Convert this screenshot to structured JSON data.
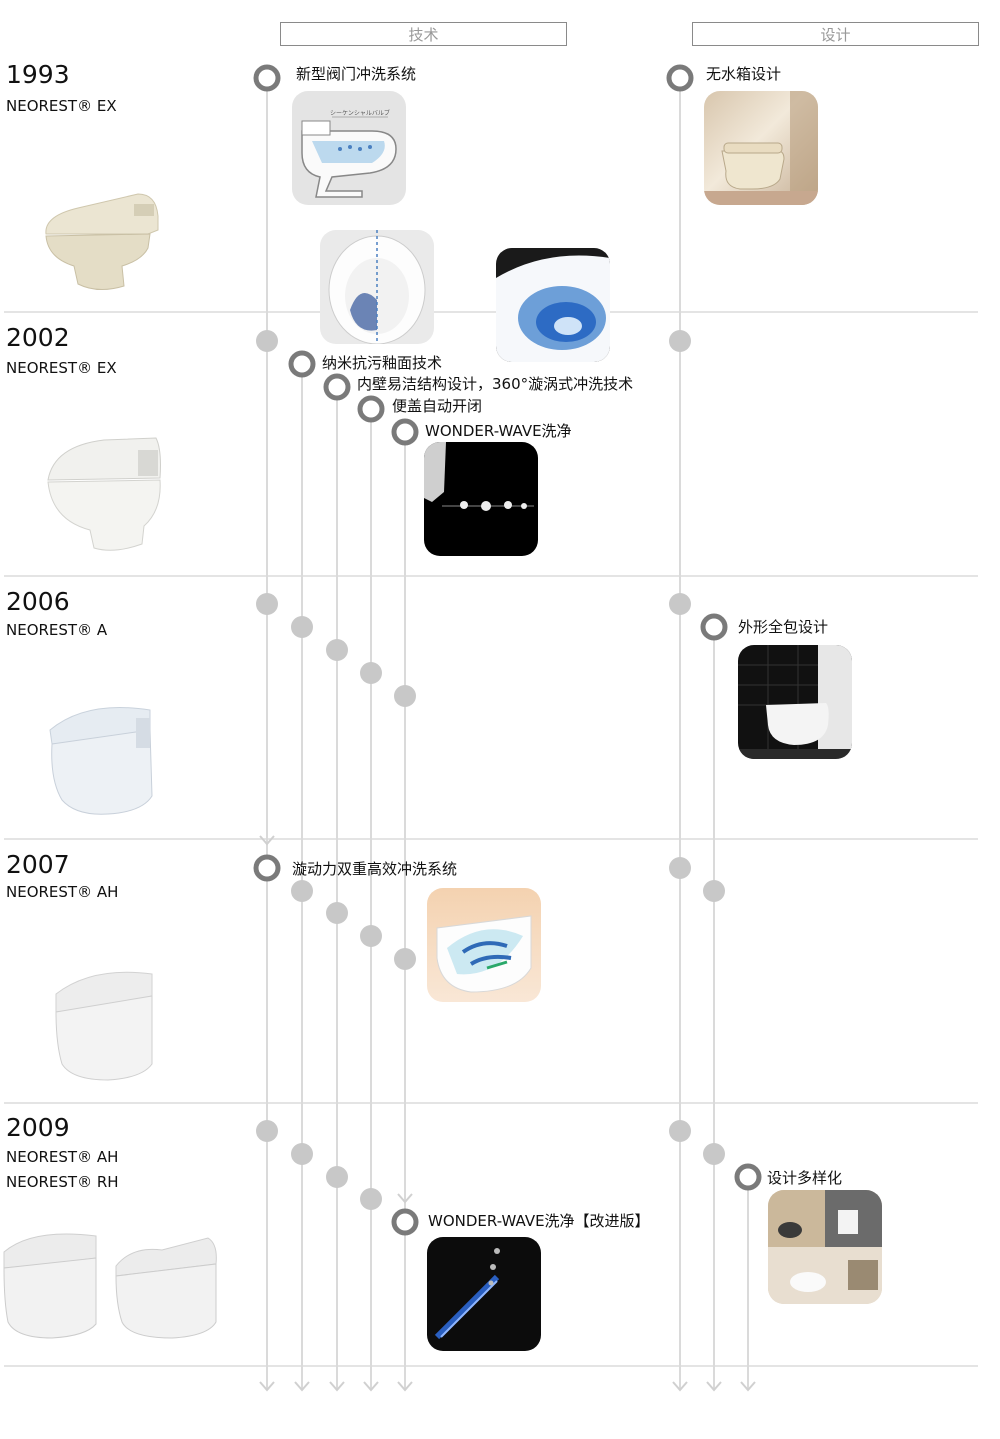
{
  "headers": {
    "tech": "技术",
    "design": "设计"
  },
  "eras": [
    {
      "year": "1993",
      "models": [
        "NEOREST® EX"
      ]
    },
    {
      "year": "2002",
      "models": [
        "NEOREST® EX"
      ]
    },
    {
      "year": "2006",
      "models": [
        "NEOREST® A"
      ]
    },
    {
      "year": "2007",
      "models": [
        "NEOREST® AH"
      ]
    },
    {
      "year": "2009",
      "models": [
        "NEOREST® AH",
        "NEOREST® RH"
      ]
    }
  ],
  "features": {
    "valve_flush": "新型阀门冲洗系统",
    "tankless": "无水箱设计",
    "nano_glaze": "纳米抗污釉面技术",
    "inner_wall": "内壁易洁结构设计，360°漩涡式冲洗技术",
    "auto_lid": "便盖自动开闭",
    "wonder_wave": "WONDER-WAVE洗净",
    "full_cover": "外形全包设计",
    "tornado": "漩动力双重高效冲洗系统",
    "wonder_wave_v2": "WONDER-WAVE洗净【改进版】",
    "diverse": "设计多样化"
  },
  "thumb_caption": "シーケンシャルバルブ",
  "colors": {
    "line": "#d9d9d9",
    "node": "#c8c8c8",
    "ring": "#7a7a7a",
    "divider": "#dcdcdc"
  }
}
